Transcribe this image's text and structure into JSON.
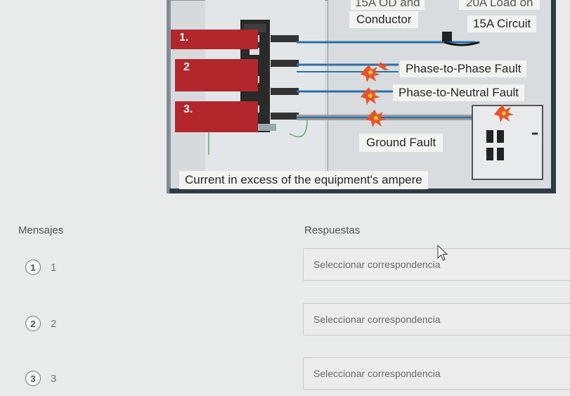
{
  "diagram": {
    "markers": [
      "1.",
      "2",
      "3."
    ],
    "callouts": {
      "top_left_partial": "15A OD and",
      "conductor": "Conductor",
      "top_right_partial": "20A Load on",
      "circuit": "15A Circuit",
      "phase_phase": "Phase-to-Phase Fault",
      "phase_neutral": "Phase-to-Neutral Fault",
      "ground": "Ground Fault",
      "bottom": "Current in excess of the equipment's ampere"
    }
  },
  "quiz": {
    "messages_heading": "Mensajes",
    "answers_heading": "Respuestas",
    "items": [
      {
        "number": "1",
        "label": "1",
        "select_placeholder": "Seleccionar correspondencia"
      },
      {
        "number": "2",
        "label": "2",
        "select_placeholder": "Seleccionar correspondencia"
      },
      {
        "number": "3",
        "label": "3",
        "select_placeholder": "Seleccionar correspondencia"
      }
    ]
  },
  "colors": {
    "diagram_bg": "#7d8b95",
    "panel_bg": "#d9dde0",
    "red_marker": "#b3262b",
    "busbar_blue": "#2d6ea6",
    "page_bg": "#e9eaea"
  }
}
